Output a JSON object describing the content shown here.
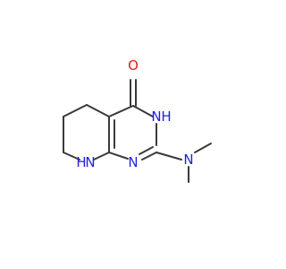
{
  "molecule": {
    "atoms": {
      "o": {
        "label": "O",
        "color": "#e8190c"
      },
      "n3": {
        "label": "N",
        "color": "#2020e0"
      },
      "h3": {
        "label": "H",
        "color": "#2020e0"
      },
      "n1": {
        "label": "N",
        "color": "#2020e0"
      },
      "n_ring": {
        "label": "N",
        "color": "#2020e0"
      },
      "h_ring": {
        "label": "H",
        "color": "#2020e0"
      },
      "n_dimethyl": {
        "label": "N",
        "color": "#2020e0"
      }
    },
    "bond_color": "#3a3a3a"
  }
}
